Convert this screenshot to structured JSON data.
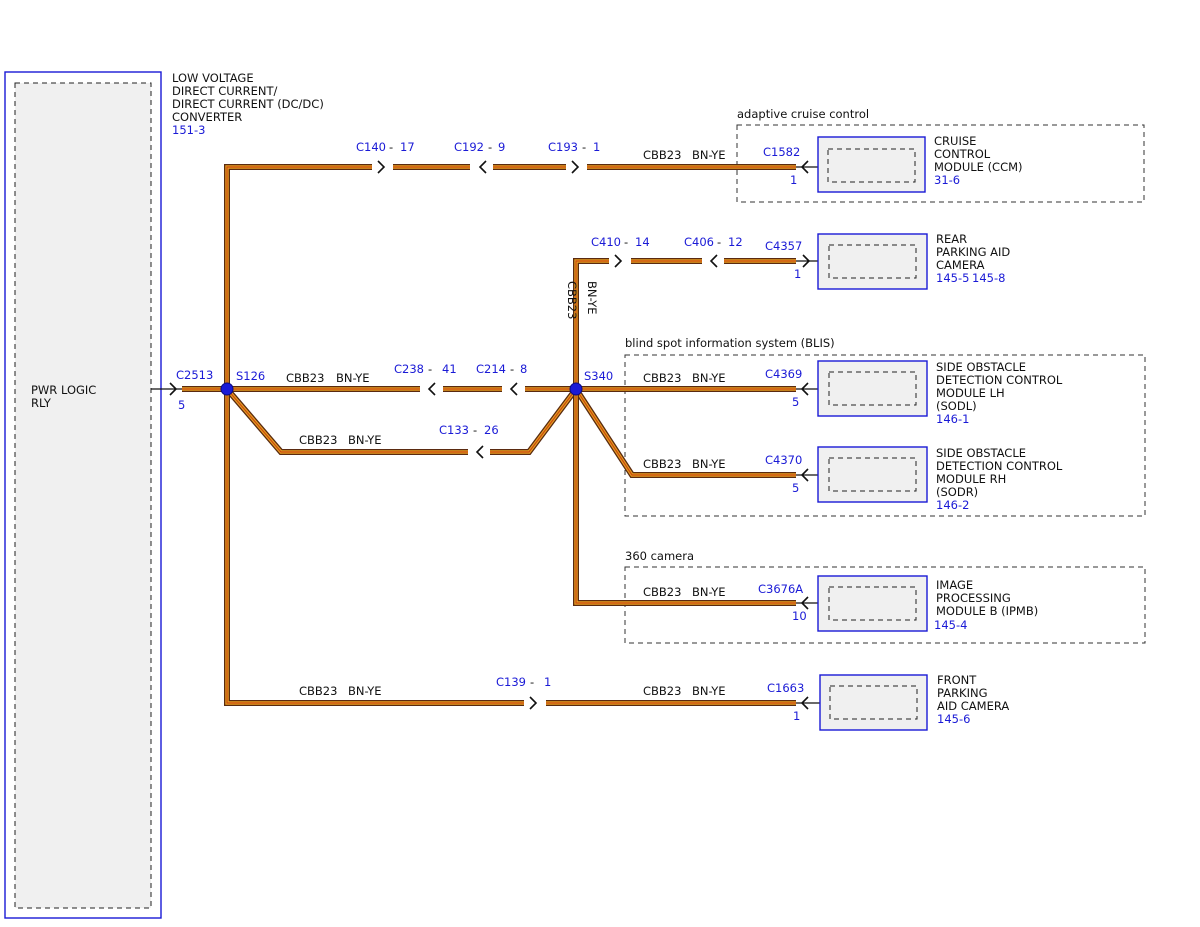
{
  "source": {
    "title_lines": [
      "LOW VOLTAGE",
      "DIRECT CURRENT/",
      "DIRECT CURRENT (DC/DC)",
      "CONVERTER"
    ],
    "ref": "151-3",
    "inner_label_lines": [
      "PWR LOGIC",
      "RLY"
    ],
    "connector": "C2513",
    "pin": "5"
  },
  "splices": {
    "s126": "S126",
    "s340": "S340"
  },
  "wire": {
    "circuit": "CBB23",
    "color": "BN-YE"
  },
  "inline_connectors": {
    "c140": "C140",
    "c140_pin": "17",
    "c192": "C192",
    "c192_pin": "9",
    "c193": "C193",
    "c193_pin": "1",
    "c238": "C238",
    "c238_pin": "41",
    "c214": "C214",
    "c214_pin": "8",
    "c133": "C133",
    "c133_pin": "26",
    "c410": "C410",
    "c410_pin": "14",
    "c406": "C406",
    "c406_pin": "12",
    "c139": "C139",
    "c139_pin": "1",
    "dash": "-"
  },
  "groups": {
    "acc": "adaptive cruise control",
    "blis": "blind spot information system (BLIS)",
    "cam360": "360 camera"
  },
  "modules": {
    "ccm": {
      "connector": "C1582",
      "pin": "1",
      "lines": [
        "CRUISE",
        "CONTROL",
        "MODULE (CCM)"
      ],
      "ref": "31-6"
    },
    "rpac": {
      "connector": "C4357",
      "pin": "1",
      "lines": [
        "REAR",
        "PARKING AID",
        "CAMERA"
      ],
      "ref": "145-5",
      "ref2": "145-8"
    },
    "sodl": {
      "connector": "C4369",
      "pin": "5",
      "lines": [
        "SIDE OBSTACLE",
        "DETECTION CONTROL",
        "MODULE LH",
        "(SODL)"
      ],
      "ref": "146-1"
    },
    "sodr": {
      "connector": "C4370",
      "pin": "5",
      "lines": [
        "SIDE OBSTACLE",
        "DETECTION CONTROL",
        "MODULE RH",
        "(SODR)"
      ],
      "ref": "146-2"
    },
    "ipmb": {
      "connector": "C3676A",
      "pin": "10",
      "lines": [
        "IMAGE",
        "PROCESSING",
        "MODULE B (IPMB)"
      ],
      "ref": "145-4"
    },
    "fpac": {
      "connector": "C1663",
      "pin": "1",
      "lines": [
        "FRONT",
        "PARKING",
        "AID CAMERA"
      ],
      "ref": "145-6"
    }
  },
  "colors": {
    "connector_text": "#1a1ad6",
    "wire_outer": "#5a2a10",
    "wire_inner": "#e8a020",
    "splice": "#1a1ad6"
  }
}
